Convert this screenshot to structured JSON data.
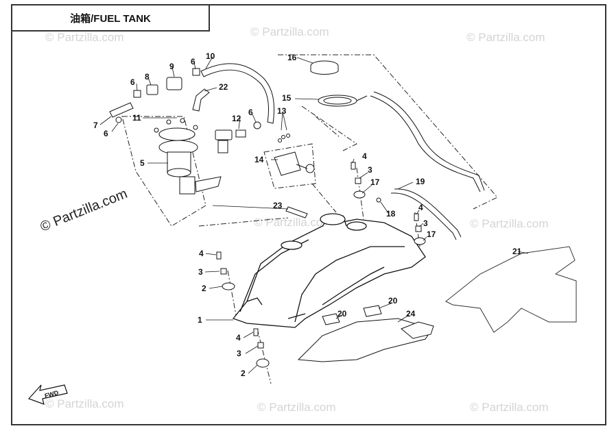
{
  "title": "油箱/FUEL TANK",
  "watermark": {
    "small": "© Partzilla.com",
    "large": "© Partzilla.com"
  },
  "fwd_label": "FWD",
  "callouts": {
    "c1": "1",
    "c2a": "2",
    "c2b": "2",
    "c3a": "3",
    "c3b": "3",
    "c3c": "3",
    "c3d": "3",
    "c4a": "4",
    "c4b": "4",
    "c4c": "4",
    "c4d": "4",
    "c5": "5",
    "c6a": "6",
    "c6b": "6",
    "c6c": "6",
    "c6d": "6",
    "c7": "7",
    "c8": "8",
    "c9": "9",
    "c10": "10",
    "c11": "11",
    "c12": "12",
    "c13": "13",
    "c14": "14",
    "c15": "15",
    "c16": "16",
    "c17a": "17",
    "c17b": "17",
    "c18": "18",
    "c19": "19",
    "c20a": "20",
    "c20b": "20",
    "c21": "21",
    "c22": "22",
    "c23": "23",
    "c24": "24"
  }
}
